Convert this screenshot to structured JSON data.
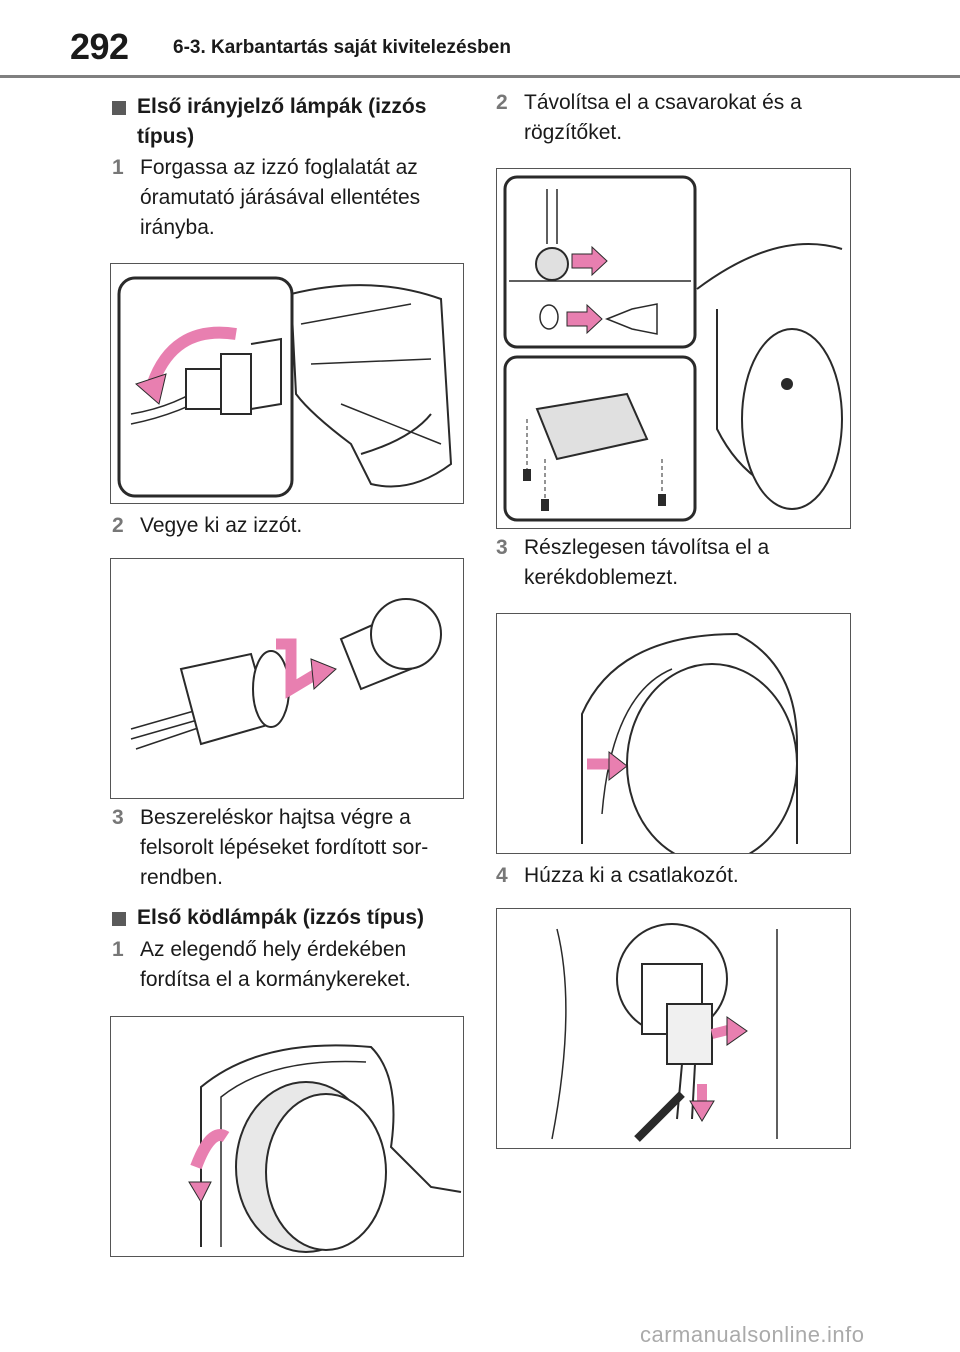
{
  "header": {
    "page_number": "292",
    "section": "6-3. Karbantartás saját kivitelezésben"
  },
  "left": {
    "heading1_line1": "Első irányjelző lámpák (izzós",
    "heading1_line2": "típus)",
    "step1_num": "1",
    "step1_lines": [
      "Forgassa az izzó foglalatát az",
      "óramutató járásával ellentétes",
      "irányba."
    ],
    "step2_num": "2",
    "step2_text": "Vegye ki az izzót.",
    "step3_num": "3",
    "step3_lines": [
      "Beszereléskor hajtsa végre a",
      "felsorolt lépéseket fordított sor-",
      "rendben."
    ],
    "heading2": "Első ködlámpák (izzós típus)",
    "fog_step1_num": "1",
    "fog_step1_lines": [
      "Az elegendő hely érdekében",
      "fordítsa el a kormánykereket."
    ]
  },
  "right": {
    "step2_num": "2",
    "step2_lines": [
      "Távolítsa el a csavarokat és a",
      "rögzítőket."
    ],
    "step3_num": "3",
    "step3_lines": [
      "Részlegesen távolítsa el a",
      "kerékdoblemezt."
    ],
    "step4_num": "4",
    "step4_text": "Húzza ki a csatlakozót."
  },
  "colors": {
    "arrow": "#e87fb0",
    "line": "#2a2a2a",
    "rule": "#808080"
  },
  "watermark": "carmanualsonline.info"
}
